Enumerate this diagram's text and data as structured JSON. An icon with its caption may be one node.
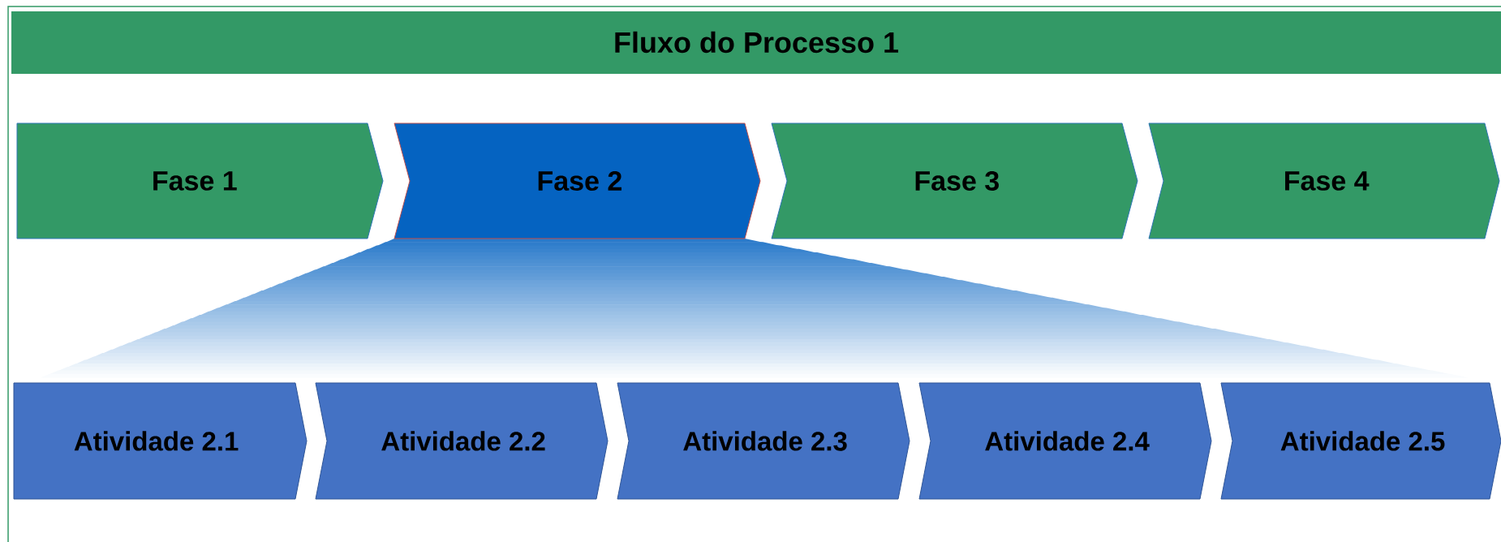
{
  "diagram": {
    "title": "Fluxo do Processo 1",
    "nodes": [
      {
        "text": [
          "Fase 1"
        ]
      },
      {
        "text": [
          "Fase 2"
        ]
      },
      {
        "text": [
          "Fase 3"
        ]
      },
      {
        "text": [
          "Fase 4"
        ]
      },
      {
        "text": [
          "Atividade 2.1"
        ]
      },
      {
        "text": [
          "Atividade 2.2"
        ]
      },
      {
        "text": [
          "Atividade 2.3"
        ]
      },
      {
        "text": [
          "Atividade 2.4"
        ]
      },
      {
        "text": [
          "Atividade 2.5"
        ]
      }
    ]
  }
}
